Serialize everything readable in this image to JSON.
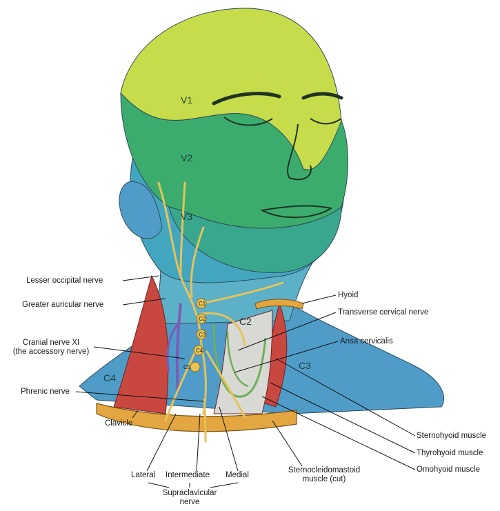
{
  "zones": {
    "v1": "V1",
    "v2": "V2",
    "v3": "V3",
    "c2": "C2",
    "c3": "C3",
    "c4": "C4",
    "c1_small": "C1",
    "c2_small": "C2",
    "c3_small": "C3",
    "c4_small": "C4",
    "c5_small": "C5"
  },
  "labels": {
    "lesser_occipital": "Lesser occipital nerve",
    "greater_auricular": "Greater auricular nerve",
    "cranial_xi_line1": "Cranial nerve XI",
    "cranial_xi_line2": "(the accessory nerve)",
    "phrenic": "Phrenic nerve",
    "clavicle": "Clavicle",
    "lateral": "Lateral",
    "intermediate": "Intermediate",
    "medial": "Medial",
    "supraclavicular_line1": "Supraclavicular",
    "supraclavicular_line2": "nerve",
    "hyoid": "Hyoid",
    "transverse_cervical": "Transverse cervical nerve",
    "ansa_cervicalis": "Ansa cervicalis",
    "sternohyoid": "Sternohyoid muscle",
    "thyrohyoid": "Thyrohyoid muscle",
    "omohyoid": "Omohyoid muscle",
    "scm_line1": "Sternocleidomastoid",
    "scm_line2": "muscle (cut)"
  },
  "colors": {
    "v1": "#c6dc4a",
    "v2": "#3fae6a",
    "v3": "#3aa88a",
    "cervical": "#4f9cc9",
    "nerve": "#e6c35a",
    "muscle": "#c8473f",
    "clavicle": "#e3a640",
    "vessel": "#7c5cb4",
    "ansa": "#6fae5a"
  }
}
